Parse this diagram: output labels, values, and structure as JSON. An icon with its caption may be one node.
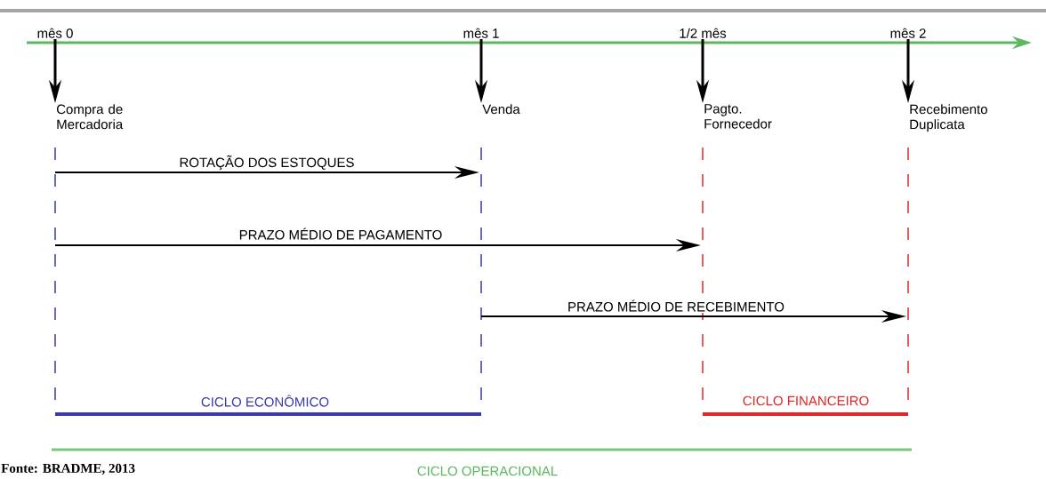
{
  "diagram": {
    "nodes": [
      {
        "text": [
          "mês 0"
        ]
      },
      {
        "text": [
          "mês 1"
        ]
      },
      {
        "text": [
          "1/2 mês"
        ]
      },
      {
        "text": [
          "mês 2"
        ]
      },
      {
        "text": [
          "Compra de Mercadoria"
        ]
      },
      {
        "text": [
          "Venda"
        ]
      },
      {
        "text": [
          "Pagto. Fornecedor"
        ]
      },
      {
        "text": [
          "Recebimento Duplicata"
        ]
      }
    ],
    "edges": [
      {
        "from": 0,
        "to": 4,
        "arrow": "to"
      },
      {
        "from": 1,
        "to": 5,
        "arrow": "to"
      },
      {
        "from": 2,
        "to": 6,
        "arrow": "to"
      },
      {
        "from": 3,
        "to": 7,
        "arrow": "to"
      }
    ],
    "labels": [
      "ROTAÇÃO DOS ESTOQUES",
      "PRAZO MÉDIO DE PAGAMENTO",
      "PRAZO MÉDIO DE RECEBIMENTO",
      "CICLO ECONÔMICO",
      "CICLO FINANCEIRO",
      "CICLO OPERACIONAL",
      "Fonte: BRADME, 2013"
    ]
  }
}
